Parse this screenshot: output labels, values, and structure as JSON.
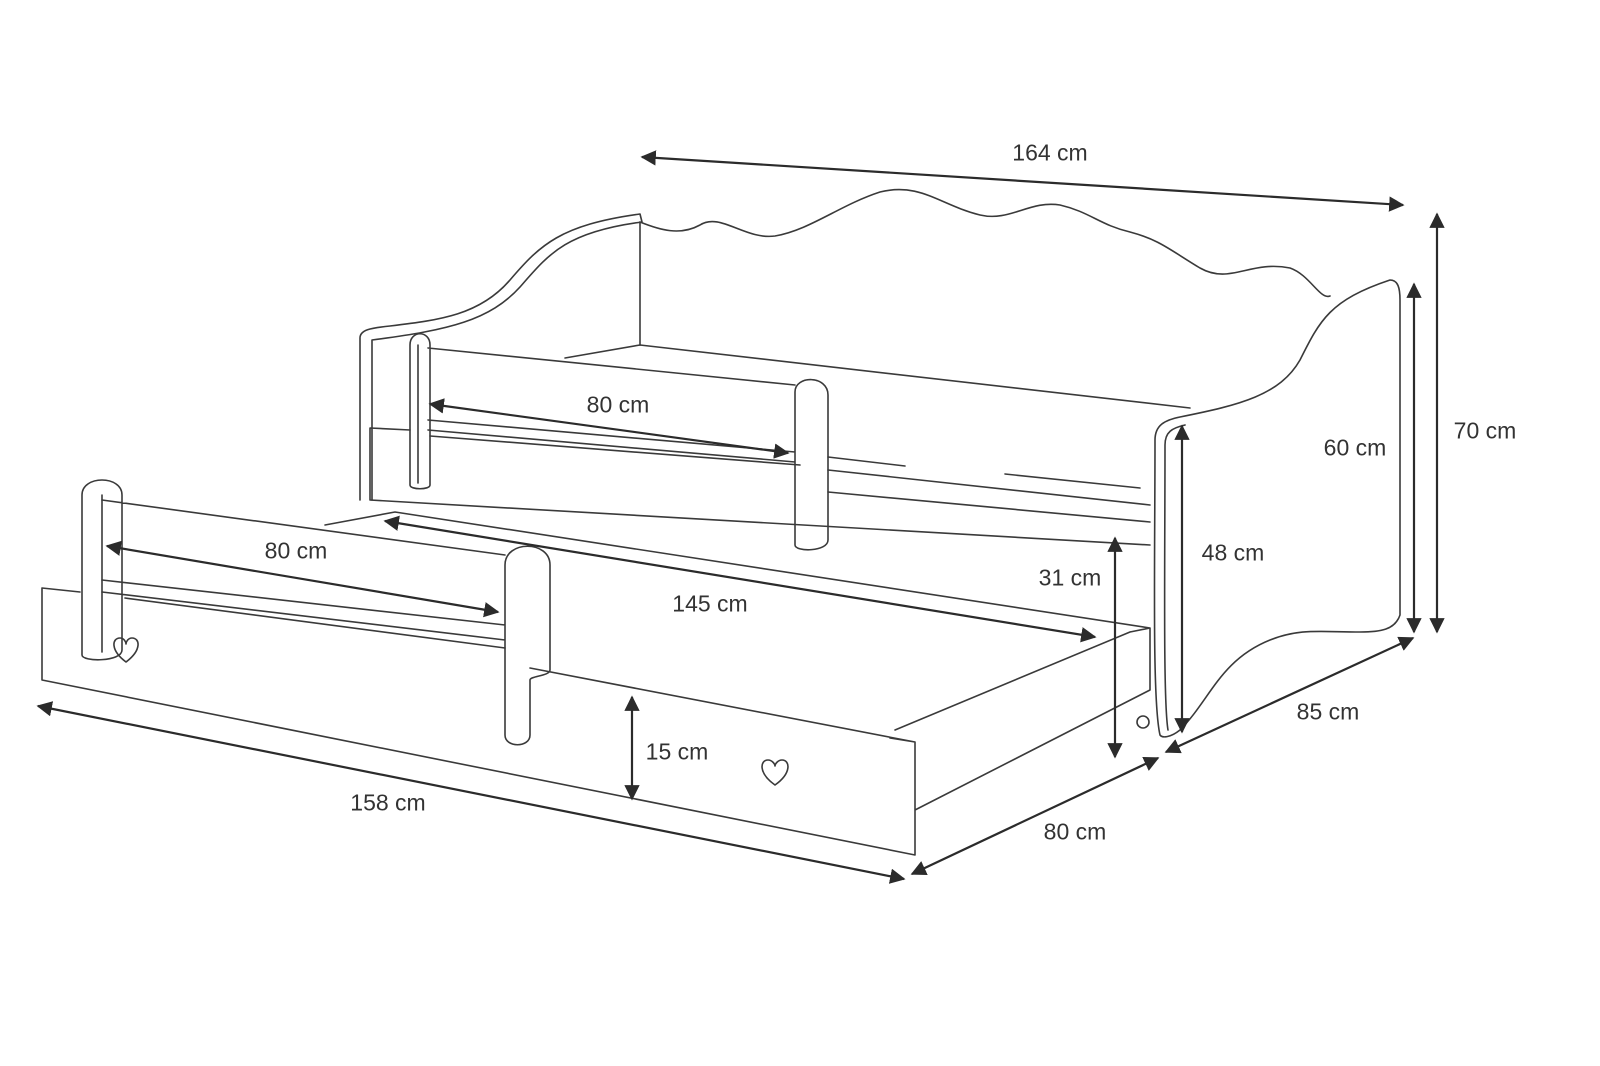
{
  "title": "Bed dimensions diagram",
  "dimensions": {
    "overall_length": "164 cm",
    "overall_height": "70 cm",
    "side_panel_height": "60 cm",
    "bed_height": "48 cm",
    "trundle_height": "31 cm",
    "upper_rail_length": "80 cm",
    "lower_rail_length": "80 cm",
    "trundle_length_inner": "145 cm",
    "drawer_height": "15 cm",
    "trundle_length_outer": "158 cm",
    "trundle_width": "80 cm",
    "bed_width": "85 cm"
  }
}
